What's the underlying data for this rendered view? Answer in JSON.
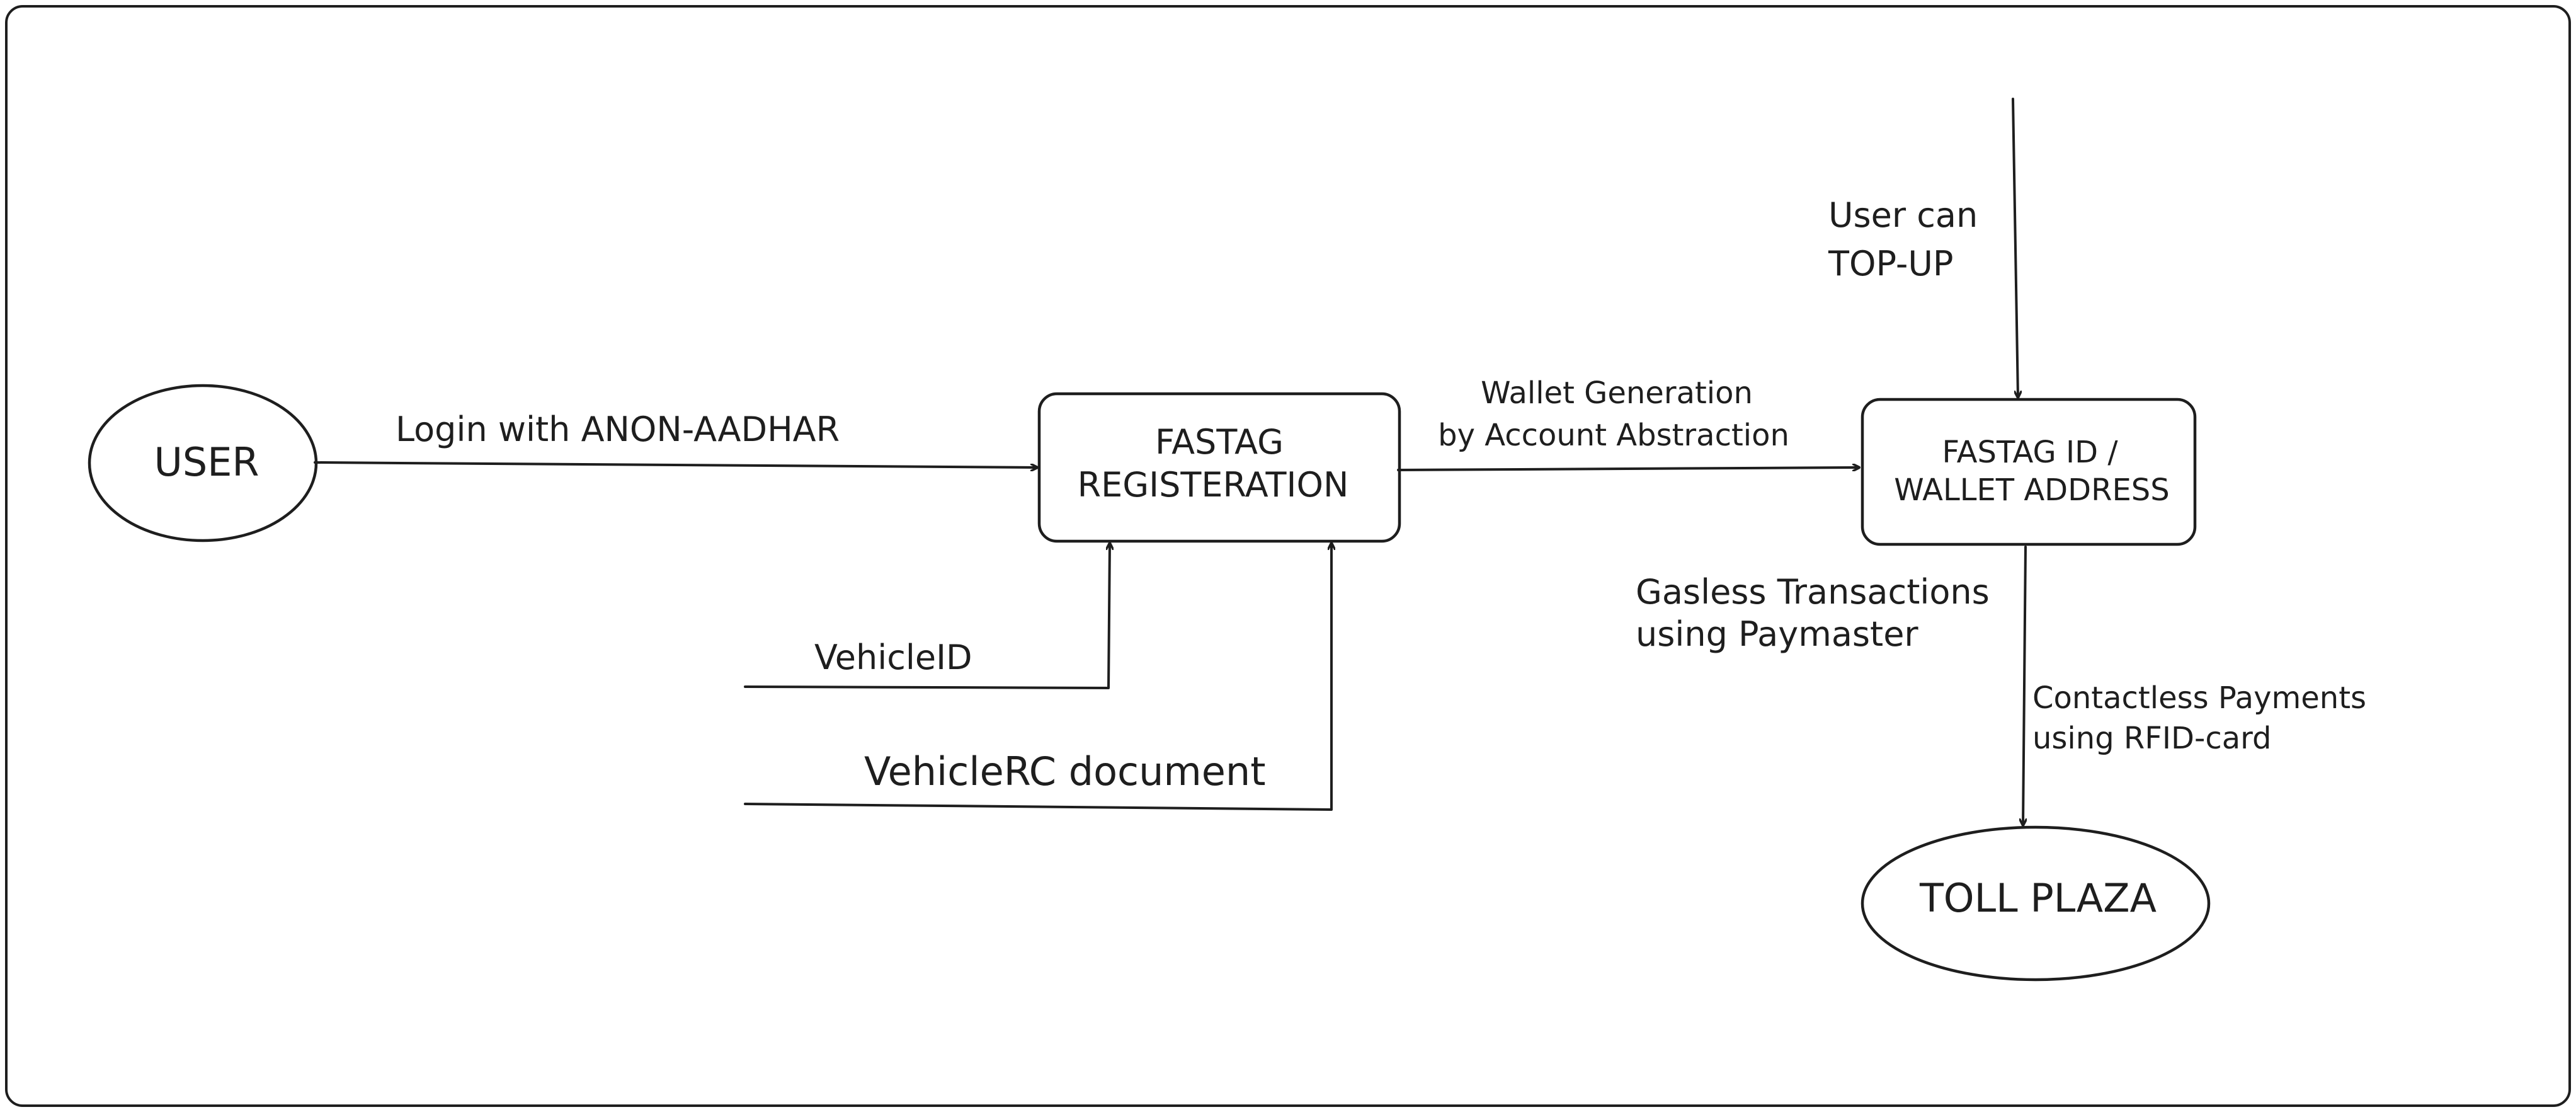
{
  "nodes": {
    "user": "USER",
    "fastag_registration": [
      "FASTAG",
      "REGISTERATION"
    ],
    "fastag_id_wallet": [
      "FASTAG ID /",
      "WALLET ADDRESS"
    ],
    "toll_plaza": "TOLL PLAZA"
  },
  "edges": {
    "login": "Login with ANON-AADHAR",
    "vehicle_id": "VehicleID",
    "vehicle_rc": "VehicleRC document",
    "wallet_generation": [
      "Wallet Generation",
      "by Account Abstraction"
    ],
    "top_up": [
      "User can",
      "TOP-UP"
    ],
    "gasless": [
      "Gasless Transactions",
      "using Paymaster"
    ],
    "contactless": [
      "Contactless Payments",
      "using RFID-card"
    ]
  },
  "colors": {
    "stroke": "#1e1e1e",
    "background": "#ffffff"
  }
}
